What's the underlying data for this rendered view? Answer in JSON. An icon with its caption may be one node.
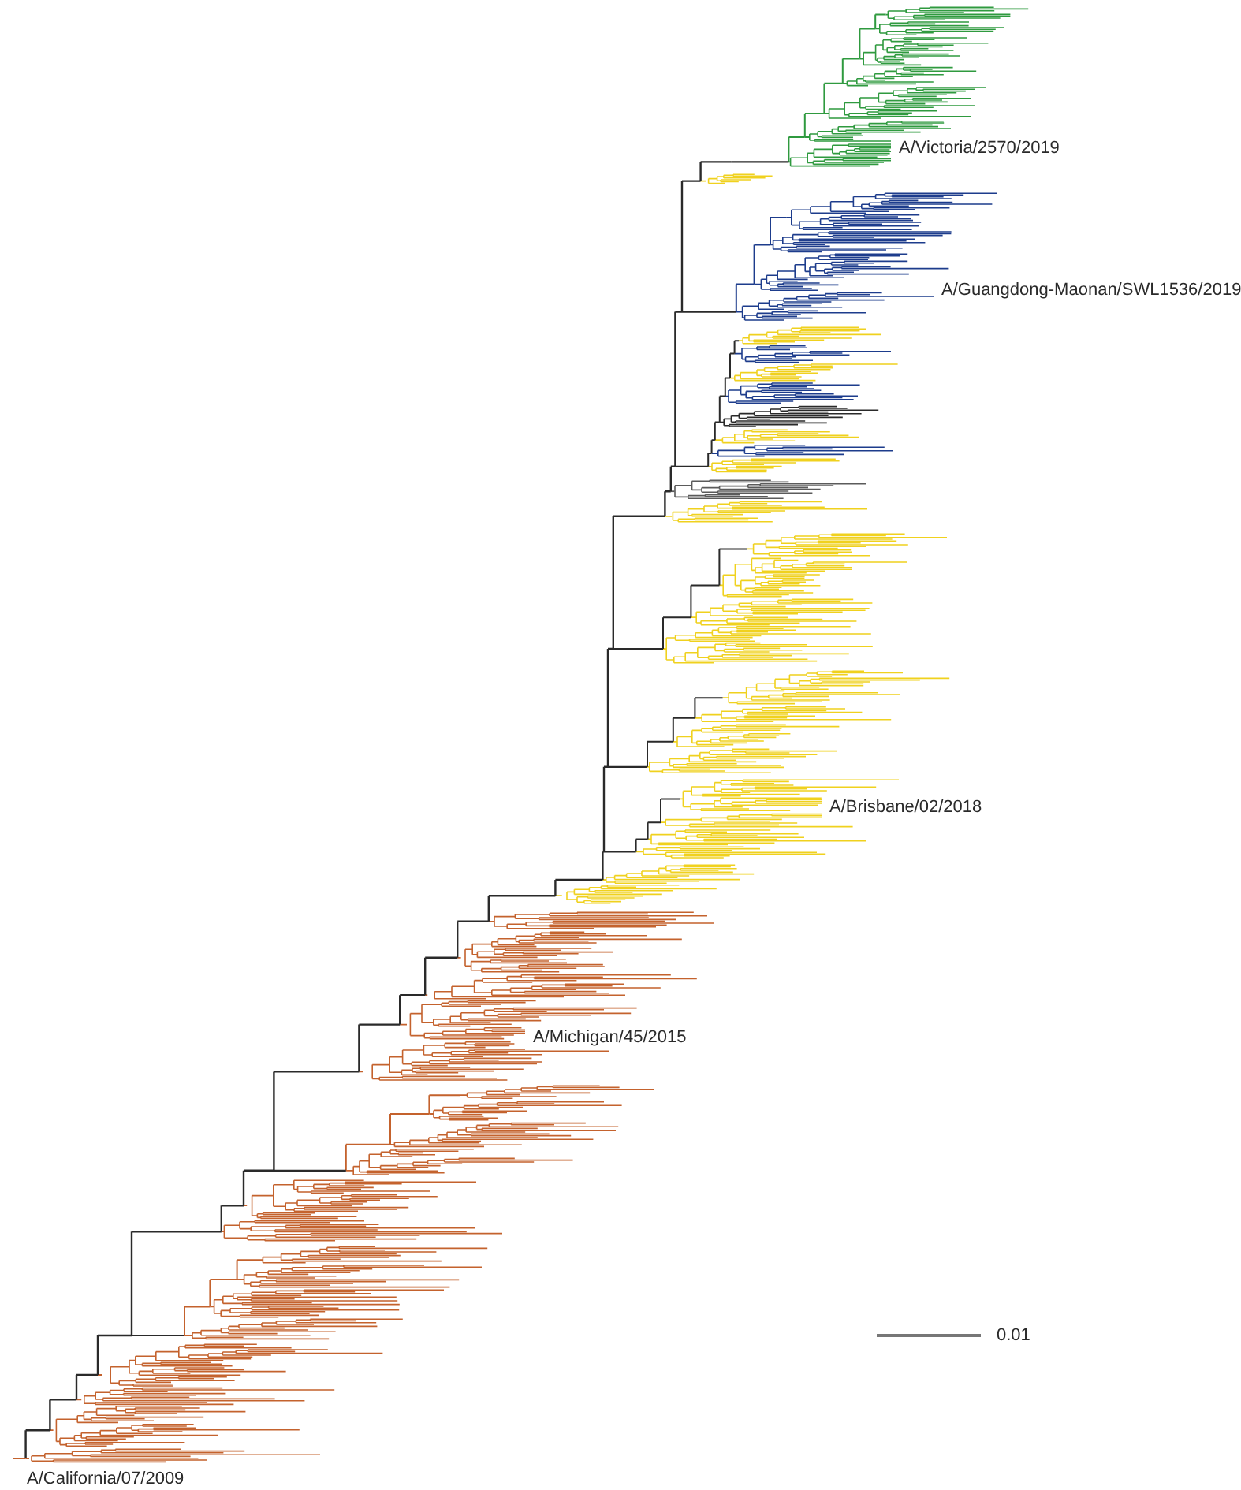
{
  "diagram": {
    "labels": [
      "A/Victoria/2570/2019",
      "A/Guangdong-Maonan/SWL1536/2019",
      "A/Brisbane/02/2018",
      "A/Michigan/45/2015",
      "A/California/07/2009",
      "0.01"
    ]
  }
}
